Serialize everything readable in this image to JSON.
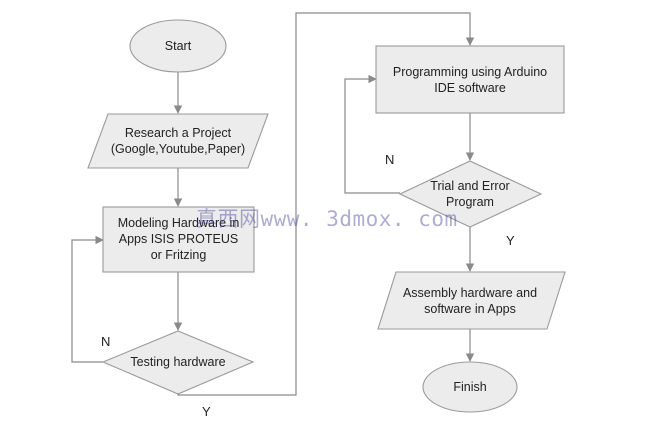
{
  "colors": {
    "node_fill": "#ececec",
    "node_stroke": "#9a9a9a",
    "edge_stroke": "#8a8a8a",
    "text": "#222222"
  },
  "nodes": {
    "start": "Start",
    "research": "Research a Project\n(Google,Youtube,Paper)",
    "modeling": "Modeling Hardware in\nApps ISIS PROTEUS\nor Fritzing",
    "testing": "Testing hardware",
    "programming": "Programming using  Arduino\nIDE software",
    "trial": "Trial and Error\nProgram",
    "assembly": "Assembly hardware and\nsoftware in Apps",
    "finish": "Finish"
  },
  "edge_labels": {
    "testing_no": "N",
    "testing_yes": "Y",
    "trial_no": "N",
    "trial_yes": "Y"
  },
  "watermark": "真西网www. 3dmox. com"
}
